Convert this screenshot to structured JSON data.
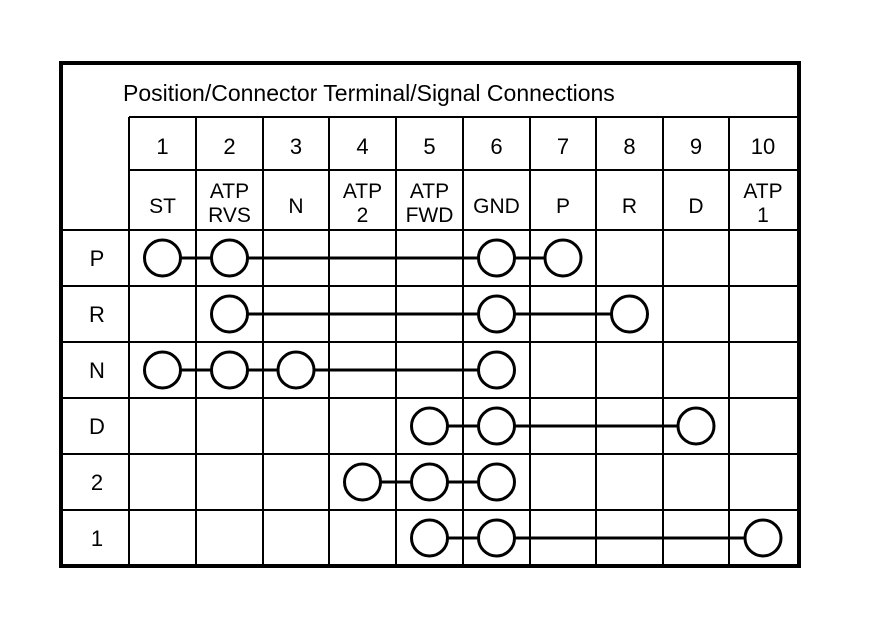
{
  "title": "Position/Connector Terminal/Signal Connections",
  "terminals": [
    {
      "num": "1",
      "signal": [
        "ST"
      ]
    },
    {
      "num": "2",
      "signal": [
        "ATP",
        "RVS"
      ]
    },
    {
      "num": "3",
      "signal": [
        "N"
      ]
    },
    {
      "num": "4",
      "signal": [
        "ATP",
        "2"
      ]
    },
    {
      "num": "5",
      "signal": [
        "ATP",
        "FWD"
      ]
    },
    {
      "num": "6",
      "signal": [
        "GND"
      ]
    },
    {
      "num": "7",
      "signal": [
        "P"
      ]
    },
    {
      "num": "8",
      "signal": [
        "R"
      ]
    },
    {
      "num": "9",
      "signal": [
        "D"
      ]
    },
    {
      "num": "10",
      "signal": [
        "ATP",
        "1"
      ]
    }
  ],
  "positions": [
    {
      "label": "P",
      "connected": [
        1,
        2,
        6,
        7
      ]
    },
    {
      "label": "R",
      "connected": [
        2,
        6,
        8
      ]
    },
    {
      "label": "N",
      "connected": [
        1,
        2,
        3,
        6
      ]
    },
    {
      "label": "D",
      "connected": [
        5,
        6,
        9
      ]
    },
    {
      "label": "2",
      "connected": [
        4,
        5,
        6
      ]
    },
    {
      "label": "1",
      "connected": [
        5,
        6,
        10
      ]
    }
  ],
  "colors": {
    "line": "#000000",
    "background": "#ffffff"
  }
}
